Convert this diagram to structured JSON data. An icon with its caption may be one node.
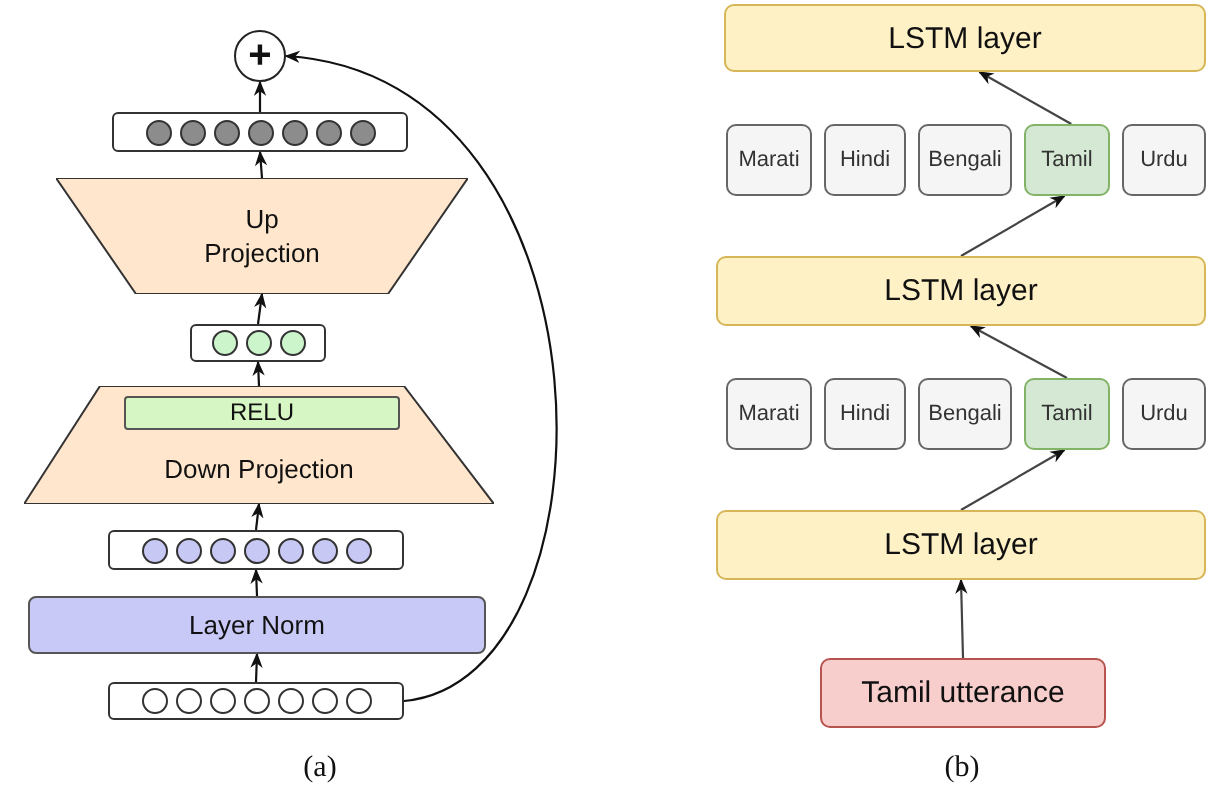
{
  "diagram": {
    "nodes": [
      {
        "text": [
          "+"
        ]
      },
      {
        "text": [],
        "shape": "bar"
      },
      {
        "text": [
          "Up Projection"
        ]
      },
      {
        "text": [],
        "shape": "bar"
      },
      {
        "text": [
          "Down Projection"
        ]
      },
      {
        "text": [
          "RELU"
        ],
        "in": 4
      },
      {
        "text": [],
        "shape": "bar"
      },
      {
        "text": [
          "Layer Norm"
        ]
      },
      {
        "text": [],
        "shape": "bar"
      },
      {
        "text": [
          "LSTM layer"
        ]
      },
      {
        "text": [
          "Marati"
        ]
      },
      {
        "text": [
          "Hindi"
        ]
      },
      {
        "text": [
          "Bengali"
        ]
      },
      {
        "text": [
          "Tamil"
        ]
      },
      {
        "text": [
          "Urdu"
        ]
      },
      {
        "text": [
          "LSTM layer"
        ]
      },
      {
        "text": [
          "Marati"
        ]
      },
      {
        "text": [
          "Hindi"
        ]
      },
      {
        "text": [
          "Bengali"
        ]
      },
      {
        "text": [
          "Tamil"
        ]
      },
      {
        "text": [
          "Urdu"
        ]
      },
      {
        "text": [
          "LSTM layer"
        ]
      },
      {
        "text": [
          "Tamil utterance"
        ]
      }
    ],
    "edges": [
      {
        "from": 8,
        "to": 7,
        "arrow": "to"
      },
      {
        "from": 7,
        "to": 6,
        "arrow": "to"
      },
      {
        "from": 6,
        "to": 4,
        "arrow": "to"
      },
      {
        "from": 4,
        "to": 3,
        "arrow": "to"
      },
      {
        "from": 3,
        "to": 2,
        "arrow": "to"
      },
      {
        "from": 2,
        "to": 1,
        "arrow": "to"
      },
      {
        "from": 1,
        "to": 0,
        "arrow": "to"
      },
      {
        "from": 8,
        "to": 0,
        "arrow": "to"
      },
      {
        "from": 22,
        "to": 21,
        "arrow": "to"
      },
      {
        "from": 21,
        "to": 19,
        "arrow": "to"
      },
      {
        "from": 19,
        "to": 15,
        "arrow": "to"
      },
      {
        "from": 15,
        "to": 13,
        "arrow": "to"
      },
      {
        "from": 13,
        "to": 9,
        "arrow": "to"
      }
    ],
    "labels": [
      "(a)",
      "(b)"
    ]
  }
}
